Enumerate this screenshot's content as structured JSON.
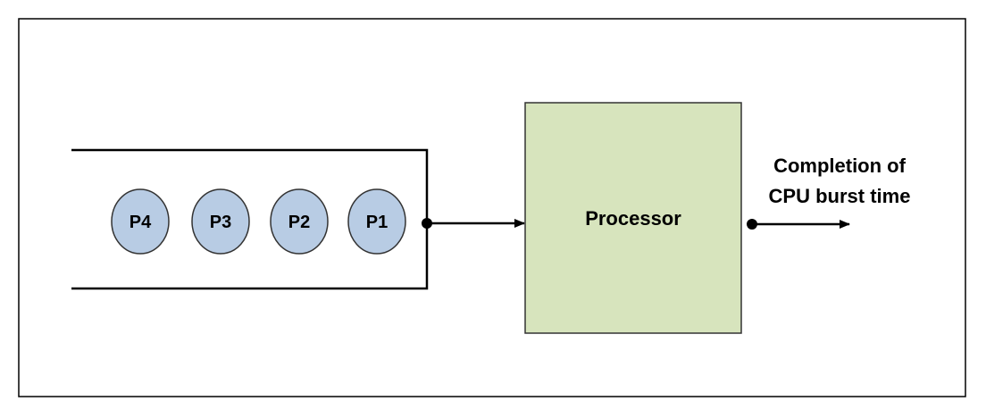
{
  "queue": {
    "processes": [
      {
        "label": "P4"
      },
      {
        "label": "P3"
      },
      {
        "label": "P2"
      },
      {
        "label": "P1"
      }
    ]
  },
  "processor": {
    "label": "Processor"
  },
  "output": {
    "line1": "Completion of",
    "line2": "CPU burst time"
  },
  "colors": {
    "process_fill": "#b8cce4",
    "process_stroke": "#333333",
    "processor_fill": "#d7e4bd",
    "processor_stroke": "#333333",
    "line": "#000000"
  }
}
